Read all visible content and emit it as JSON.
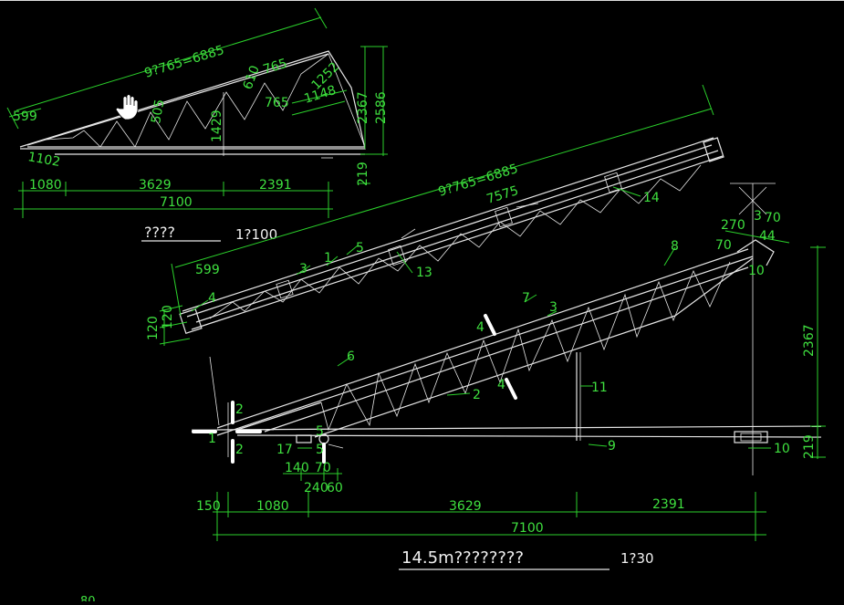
{
  "colors": {
    "background": "#000000",
    "lines": "#e6e6e6",
    "dimensions": "#2bd12b",
    "text": "#f0f0f0"
  },
  "icons": {
    "cursor": "hand-pan-cursor-icon"
  },
  "small_view": {
    "top_dims": [
      "9?765=6885",
      "765",
      "610",
      "505",
      "1252",
      "1148",
      "765"
    ],
    "left_dims": [
      "599",
      "1102",
      "1429"
    ],
    "right_dims": [
      "2367",
      "2586",
      "219"
    ],
    "bottom_dims": [
      "1080",
      "3629",
      "2391",
      "7100"
    ],
    "title": "????",
    "scale": "1?100"
  },
  "upper_truss": {
    "length_dim": "9?765=6885",
    "spacing_dim": "7575",
    "end_dim": "599",
    "height_dims": [
      "120",
      "120"
    ],
    "callouts": [
      "1",
      "3",
      "4",
      "5",
      "13",
      "14"
    ]
  },
  "lower_truss": {
    "callouts": [
      "2",
      "3",
      "4",
      "5",
      "6",
      "7",
      "8",
      "9",
      "10",
      "11",
      "17",
      "1",
      "2",
      "2",
      "4",
      "4",
      "5"
    ],
    "apex_dims": [
      "270",
      "3",
      "70",
      "44",
      "70",
      "10"
    ],
    "right_dims": [
      "2367",
      "219"
    ],
    "base_dims": [
      "140",
      "70",
      "240",
      "60"
    ],
    "bottom_dims": [
      "150",
      "1080",
      "3629",
      "2391",
      "7100"
    ]
  },
  "main_title": "14.5m????????",
  "main_scale": "1?30",
  "corner_fragment": "80"
}
